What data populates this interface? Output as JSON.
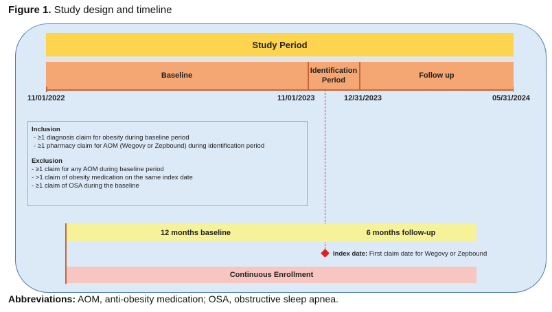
{
  "figure": {
    "label": "Figure 1.",
    "caption": "Study design and timeline"
  },
  "timeline": {
    "study_period": "Study Period",
    "segments": [
      "Baseline",
      "Identification Period",
      "Follow up"
    ],
    "dates": [
      "11/01/2022",
      "11/01/2023",
      "12/31/2023",
      "05/31/2024"
    ]
  },
  "criteria": {
    "inclusion_title": "Inclusion",
    "inclusion": [
      "- ≥1 diagnosis claim for obesity during baseline period",
      "- ≥1 pharmacy claim for AOM (Wegovy or Zepbound) during identification period"
    ],
    "exclusion_title": "Exclusion",
    "exclusion": [
      "- ≥1 claim for any AOM during baseline period",
      "- >1 claim of obesity medication on the same index date",
      "- ≥1 claim of OSA during the baseline"
    ]
  },
  "windows": {
    "baseline": "12 months baseline",
    "followup": "6 months follow-up",
    "enrollment": "Continuous Enrollment"
  },
  "index": {
    "label": "Index date:",
    "text": "First claim date for Wegovy or Zepbound"
  },
  "abbreviations": {
    "label": "Abbreviations:",
    "text": "AOM, anti-obesity medication; OSA, obstructive sleep apnea."
  },
  "colors": {
    "study": "#fdd44e",
    "segments": "#f4a673",
    "window": "#f6f29a",
    "enrollment": "#f8c6c0",
    "index_marker": "#e02020",
    "background": "#dce9f7"
  }
}
